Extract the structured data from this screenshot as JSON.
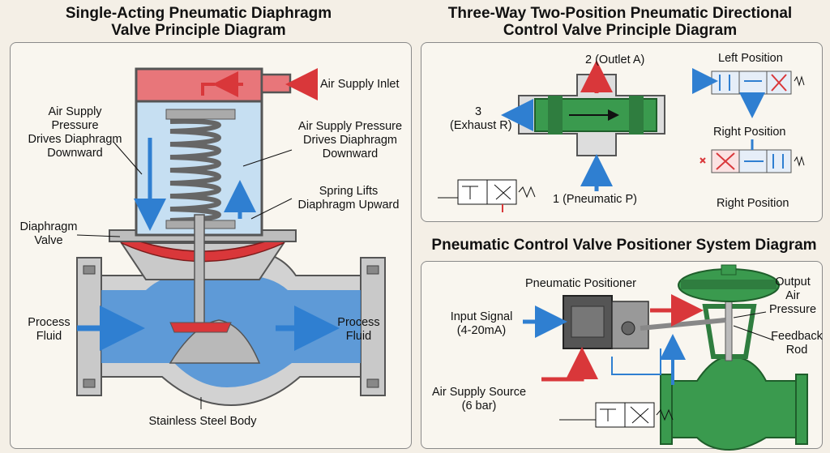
{
  "left": {
    "title_line1": "Single-Acting Pneumatic Diaphragm",
    "title_line2": "Valve Principle Diagram",
    "labels": {
      "air_supply_inlet": "Air Supply Inlet",
      "air_pressure_left_1": "Air Supply",
      "air_pressure_left_2": "Pressure",
      "air_pressure_left_3": "Drives Diaphragm",
      "air_pressure_left_4": "Downward",
      "air_pressure_right_1": "Air Supply Pressure",
      "air_pressure_right_2": "Drives Diaphragm",
      "air_pressure_right_3": "Downward",
      "spring_1": "Spring Lifts",
      "spring_2": "Diaphragm Upward",
      "diaphragm_1": "Diaphragm",
      "diaphragm_2": "Valve",
      "process_in_1": "Process",
      "process_in_2": "Fluid",
      "process_out_1": "Process",
      "process_out_2": "Fluid",
      "body": "Stainless Steel Body"
    }
  },
  "right_top": {
    "title_line1": "Three-Way Two-Position Pneumatic Directional",
    "title_line2": "Control Valve Principle Diagram",
    "labels": {
      "outlet": "2 (Outlet A)",
      "exhaust_num": "3",
      "exhaust": "(Exhaust R)",
      "pneumatic": "1 (Pneumatic P)",
      "left_position": "Left Position",
      "right_position_top": "Right Position",
      "right_position_bottom": "Right Position"
    }
  },
  "right_bottom": {
    "title": "Pneumatic Control Valve Positioner System Diagram",
    "labels": {
      "positioner": "Pneumatic Positioner",
      "input_1": "Input Signal",
      "input_2": "(4-20mA)",
      "supply_1": "Air Supply Source",
      "supply_2": "(6 bar)",
      "output_1": "Output",
      "output_2": "Air",
      "output_3": "Pressure",
      "feedback_1": "Feedback",
      "feedback_2": "Rod"
    }
  },
  "colors": {
    "air": "#e8767a",
    "air_chamber": "#c6dff2",
    "fluid": "#4a90d8",
    "green": "#3a9a4e",
    "red_arrow": "#d9373a",
    "blue_arrow": "#2f7fd1",
    "metal": "#c9c9c9"
  }
}
